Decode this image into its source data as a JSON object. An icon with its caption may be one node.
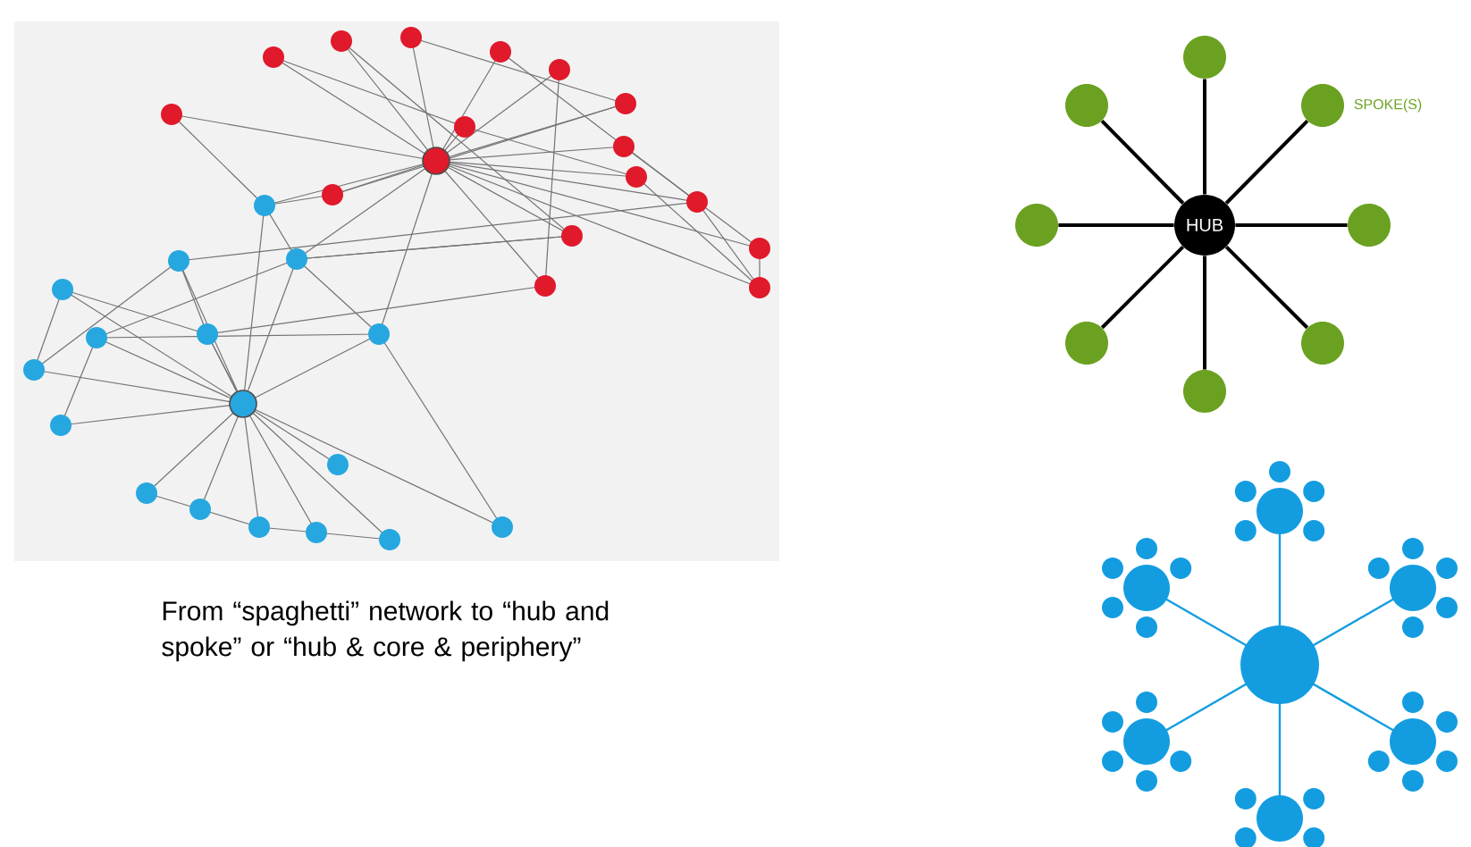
{
  "diagram": {
    "nodes": [
      {
        "text": [
          "HUB"
        ]
      },
      {
        "text": [],
        "shape": "circle"
      },
      {
        "text": [],
        "shape": "circle"
      },
      {
        "text": [],
        "shape": "circle",
        "beside": [
          "SPOKE(S)"
        ]
      },
      {
        "text": [],
        "shape": "circle"
      },
      {
        "text": [],
        "shape": "circle"
      },
      {
        "text": [],
        "shape": "circle"
      },
      {
        "text": [],
        "shape": "circle"
      },
      {
        "text": [],
        "shape": "circle"
      }
    ],
    "edges": [
      {
        "from": 0,
        "to": 1,
        "arrow": "none"
      },
      {
        "from": 0,
        "to": 2,
        "arrow": "none"
      },
      {
        "from": 0,
        "to": 3,
        "arrow": "none"
      },
      {
        "from": 0,
        "to": 4,
        "arrow": "none"
      },
      {
        "from": 0,
        "to": 5,
        "arrow": "none"
      },
      {
        "from": 0,
        "to": 6,
        "arrow": "none"
      },
      {
        "from": 0,
        "to": 7,
        "arrow": "none"
      },
      {
        "from": 0,
        "to": 8,
        "arrow": "none"
      }
    ],
    "labels": [
      "From “spaghetti” network to “hub and spoke” or “hub & core & periphery”"
    ]
  }
}
